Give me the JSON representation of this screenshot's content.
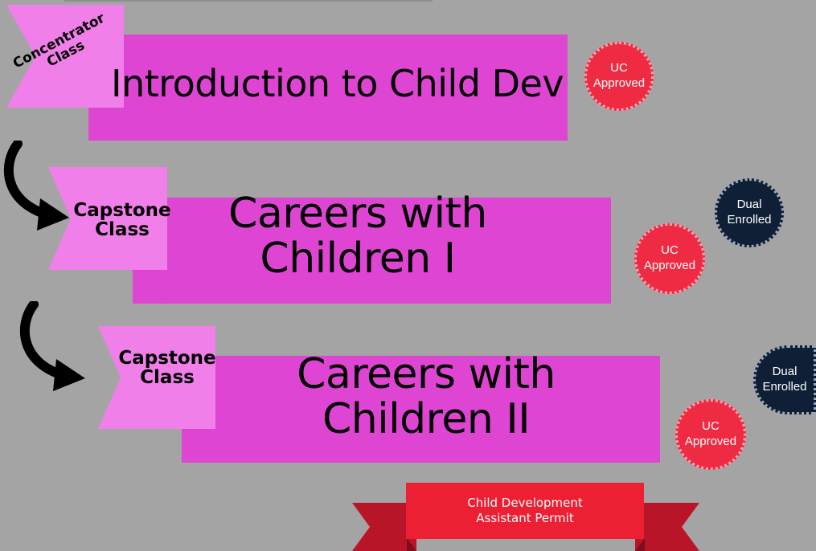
{
  "courses": [
    {
      "tag_lines": [
        "Concentrator",
        "Class"
      ],
      "title_lines": [
        "Introduction to Child Dev"
      ]
    },
    {
      "tag_lines": [
        "Capstone",
        "Class"
      ],
      "title_lines": [
        "Careers with",
        "Children I"
      ]
    },
    {
      "tag_lines": [
        "Capstone",
        "Class"
      ],
      "title_lines": [
        "Careers with",
        "Children II"
      ]
    }
  ],
  "seals": {
    "uc": [
      "UC",
      "Approved"
    ],
    "dual": [
      "Dual",
      "Enrolled"
    ]
  },
  "permit": {
    "lines": [
      "Child Development",
      "Assistant Permit"
    ]
  },
  "colors": {
    "background": "#a4a4a4",
    "banner": "#de45d3",
    "flag": "#f07fe9",
    "fold": "#1e5f7c",
    "uc_seal": "#ee2b43",
    "dual_seal": "#0f1f36",
    "permit": "#ec1f33",
    "permit_dark": "#b81528"
  },
  "icons": [
    "curved-arrow-icon"
  ]
}
